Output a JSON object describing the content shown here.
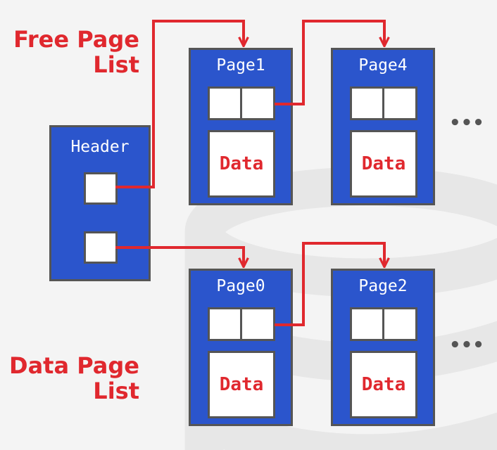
{
  "labels": {
    "free_page_list": "Free Page\nList",
    "data_page_list": "Data Page\nList"
  },
  "header": {
    "title": "Header"
  },
  "free_pages": [
    {
      "title": "Page1",
      "data_label": "Data"
    },
    {
      "title": "Page4",
      "data_label": "Data"
    }
  ],
  "data_pages": [
    {
      "title": "Page0",
      "data_label": "Data"
    },
    {
      "title": "Page2",
      "data_label": "Data"
    }
  ],
  "continuation": "•••",
  "colors": {
    "background": "#f4f4f4",
    "block_fill": "#2b55cc",
    "border": "#555555",
    "arrow": "#e0282e",
    "label": "#e0282e"
  }
}
